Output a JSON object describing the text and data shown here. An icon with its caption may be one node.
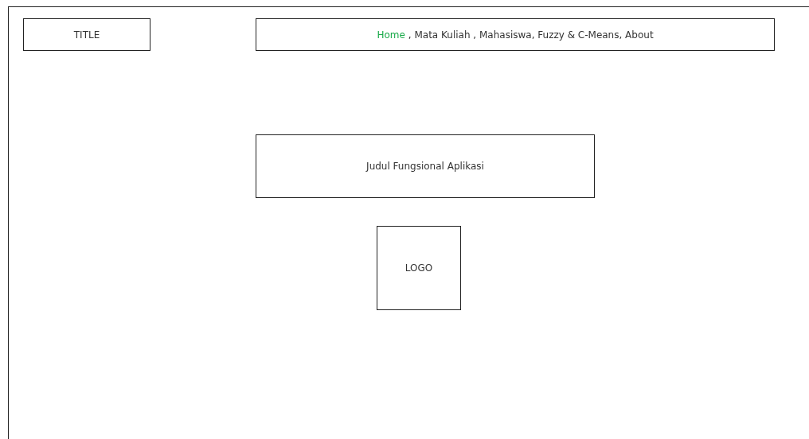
{
  "diagram": {
    "nodes": [
      {
        "text": [],
        "shape": "box"
      },
      {
        "text": [
          "TITLE"
        ],
        "in": 0
      },
      {
        "text": [
          "Home",
          ", Mata Kuliah , Mahasiswa, Fuzzy & C-Means, About"
        ],
        "in": 0
      },
      {
        "text": [
          "Judul Fungsional Aplikasi"
        ],
        "in": 0
      },
      {
        "text": [
          "LOGO"
        ],
        "in": 0
      }
    ]
  }
}
